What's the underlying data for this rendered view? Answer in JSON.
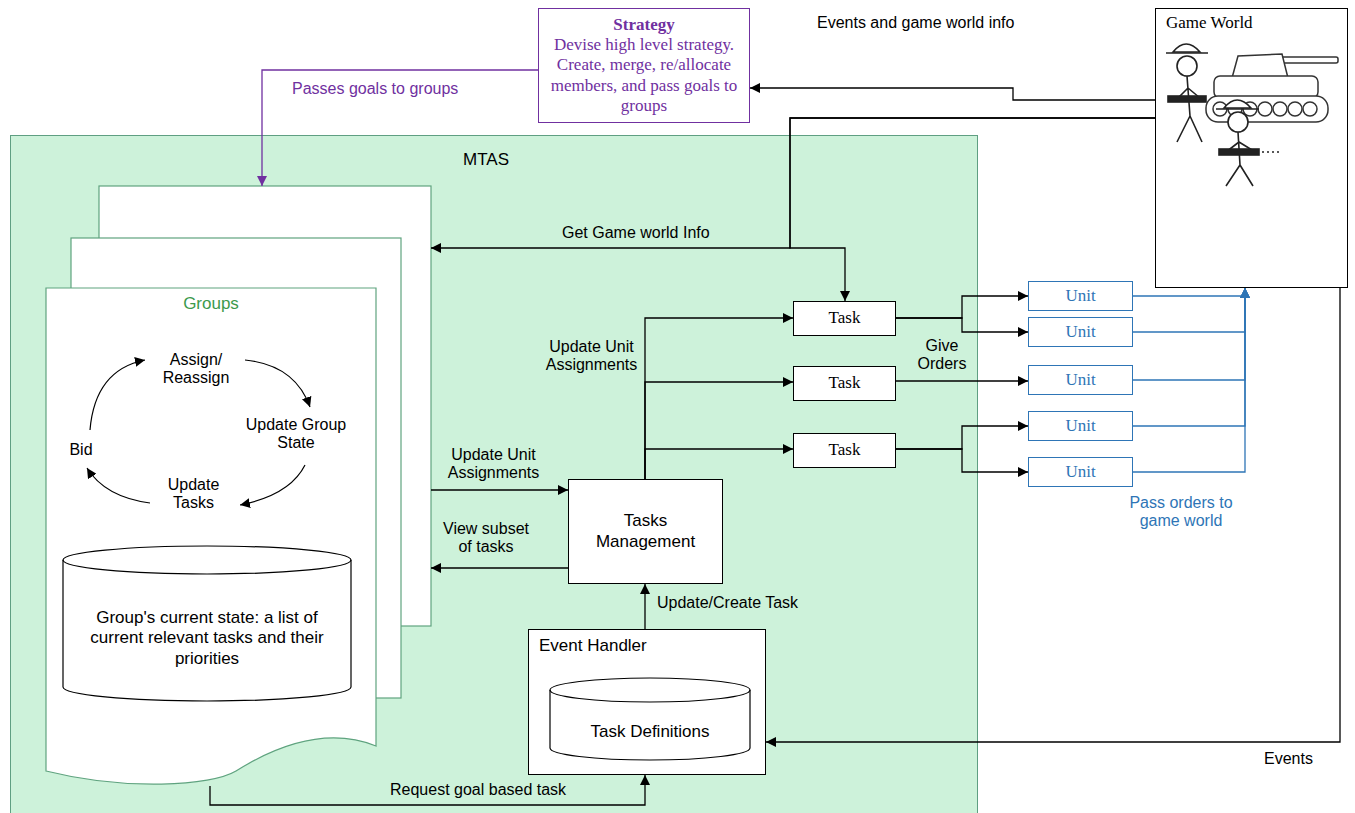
{
  "diagram": {
    "nodes": [
      {
        "text": [
          "Strategy",
          "Devise high level strategy. Create, merge, re/allocate members, and pass goals to groups"
        ]
      },
      {
        "text": [
          "Game World"
        ]
      },
      {
        "text": [
          "MTAS"
        ]
      },
      {
        "text": [
          "Groups"
        ],
        "in": 2
      },
      {
        "text": [
          "Group's current state: a list of current relevant tasks and their priorities"
        ],
        "in": 3
      },
      {
        "text": [
          "Tasks Management"
        ],
        "in": 2
      },
      {
        "text": [
          "Event Handler"
        ],
        "in": 2
      },
      {
        "text": [
          "Task Definitions"
        ],
        "in": 6
      },
      {
        "text": [
          "Task"
        ],
        "in": 2
      },
      {
        "text": [
          "Task"
        ],
        "in": 2
      },
      {
        "text": [
          "Task"
        ],
        "in": 2
      },
      {
        "text": [
          "Unit"
        ]
      },
      {
        "text": [
          "Unit"
        ]
      },
      {
        "text": [
          "Unit"
        ]
      },
      {
        "text": [
          "Unit"
        ]
      },
      {
        "text": [
          "Unit"
        ]
      }
    ],
    "edges": [
      {
        "from": 1,
        "to": 0,
        "arrow": "to",
        "label": "Events and game world info"
      },
      {
        "from": 0,
        "to": 3,
        "arrow": "to",
        "label": "Passes goals to groups"
      },
      {
        "from": 1,
        "to": 3,
        "arrow": "to",
        "label": "Get Game world Info"
      },
      {
        "from": 1,
        "to": 8,
        "arrow": "to"
      },
      {
        "from": 3,
        "to": 5,
        "arrow": "to",
        "label": "Update Unit Assignments"
      },
      {
        "from": 5,
        "to": 3,
        "arrow": "to",
        "label": "View subset of tasks"
      },
      {
        "from": 5,
        "to": 8,
        "arrow": "to",
        "label": "Update Unit Assignments"
      },
      {
        "from": 5,
        "to": 9,
        "arrow": "to"
      },
      {
        "from": 5,
        "to": 10,
        "arrow": "to"
      },
      {
        "from": 6,
        "to": 5,
        "arrow": "to",
        "label": "Update/Create Task"
      },
      {
        "from": 3,
        "to": 6,
        "arrow": "to",
        "label": "Request goal based task"
      },
      {
        "from": 1,
        "to": 6,
        "arrow": "to",
        "label": "Events"
      },
      {
        "from": 8,
        "to": 11,
        "arrow": "to",
        "label": "Give Orders"
      },
      {
        "from": 8,
        "to": 12,
        "arrow": "to"
      },
      {
        "from": 9,
        "to": 13,
        "arrow": "to"
      },
      {
        "from": 10,
        "to": 14,
        "arrow": "to"
      },
      {
        "from": 10,
        "to": 15,
        "arrow": "to"
      },
      {
        "from": 11,
        "to": 1,
        "arrow": "to",
        "label": "Pass orders to game world"
      },
      {
        "from": 12,
        "to": 1,
        "arrow": "to"
      },
      {
        "from": 13,
        "to": 1,
        "arrow": "to"
      },
      {
        "from": 14,
        "to": 1,
        "arrow": "to"
      },
      {
        "from": 15,
        "to": 1,
        "arrow": "to"
      }
    ],
    "labels": [
      "Assign/ Reassign",
      "Update Group State",
      "Bid",
      "Update Tasks"
    ]
  }
}
